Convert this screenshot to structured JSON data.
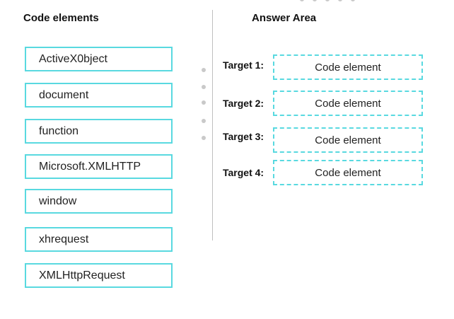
{
  "left_panel": {
    "heading": "Code elements",
    "items": [
      {
        "label": "ActiveX0bject"
      },
      {
        "label": "document"
      },
      {
        "label": "function"
      },
      {
        "label": "Microsoft.XMLHTTP"
      },
      {
        "label": "window"
      },
      {
        "label": "xhrequest"
      },
      {
        "label": "XMLHttpRequest"
      }
    ]
  },
  "right_panel": {
    "heading": "Answer Area",
    "targets": [
      {
        "label": "Target 1:",
        "placeholder": "Code element"
      },
      {
        "label": "Target 2:",
        "placeholder": "Code element"
      },
      {
        "label": "Target 3:",
        "placeholder": "Code element"
      },
      {
        "label": "Target 4:",
        "placeholder": "Code element"
      }
    ]
  },
  "colors": {
    "accent_border": "#59d9e0",
    "divider": "#bfbfbf"
  }
}
